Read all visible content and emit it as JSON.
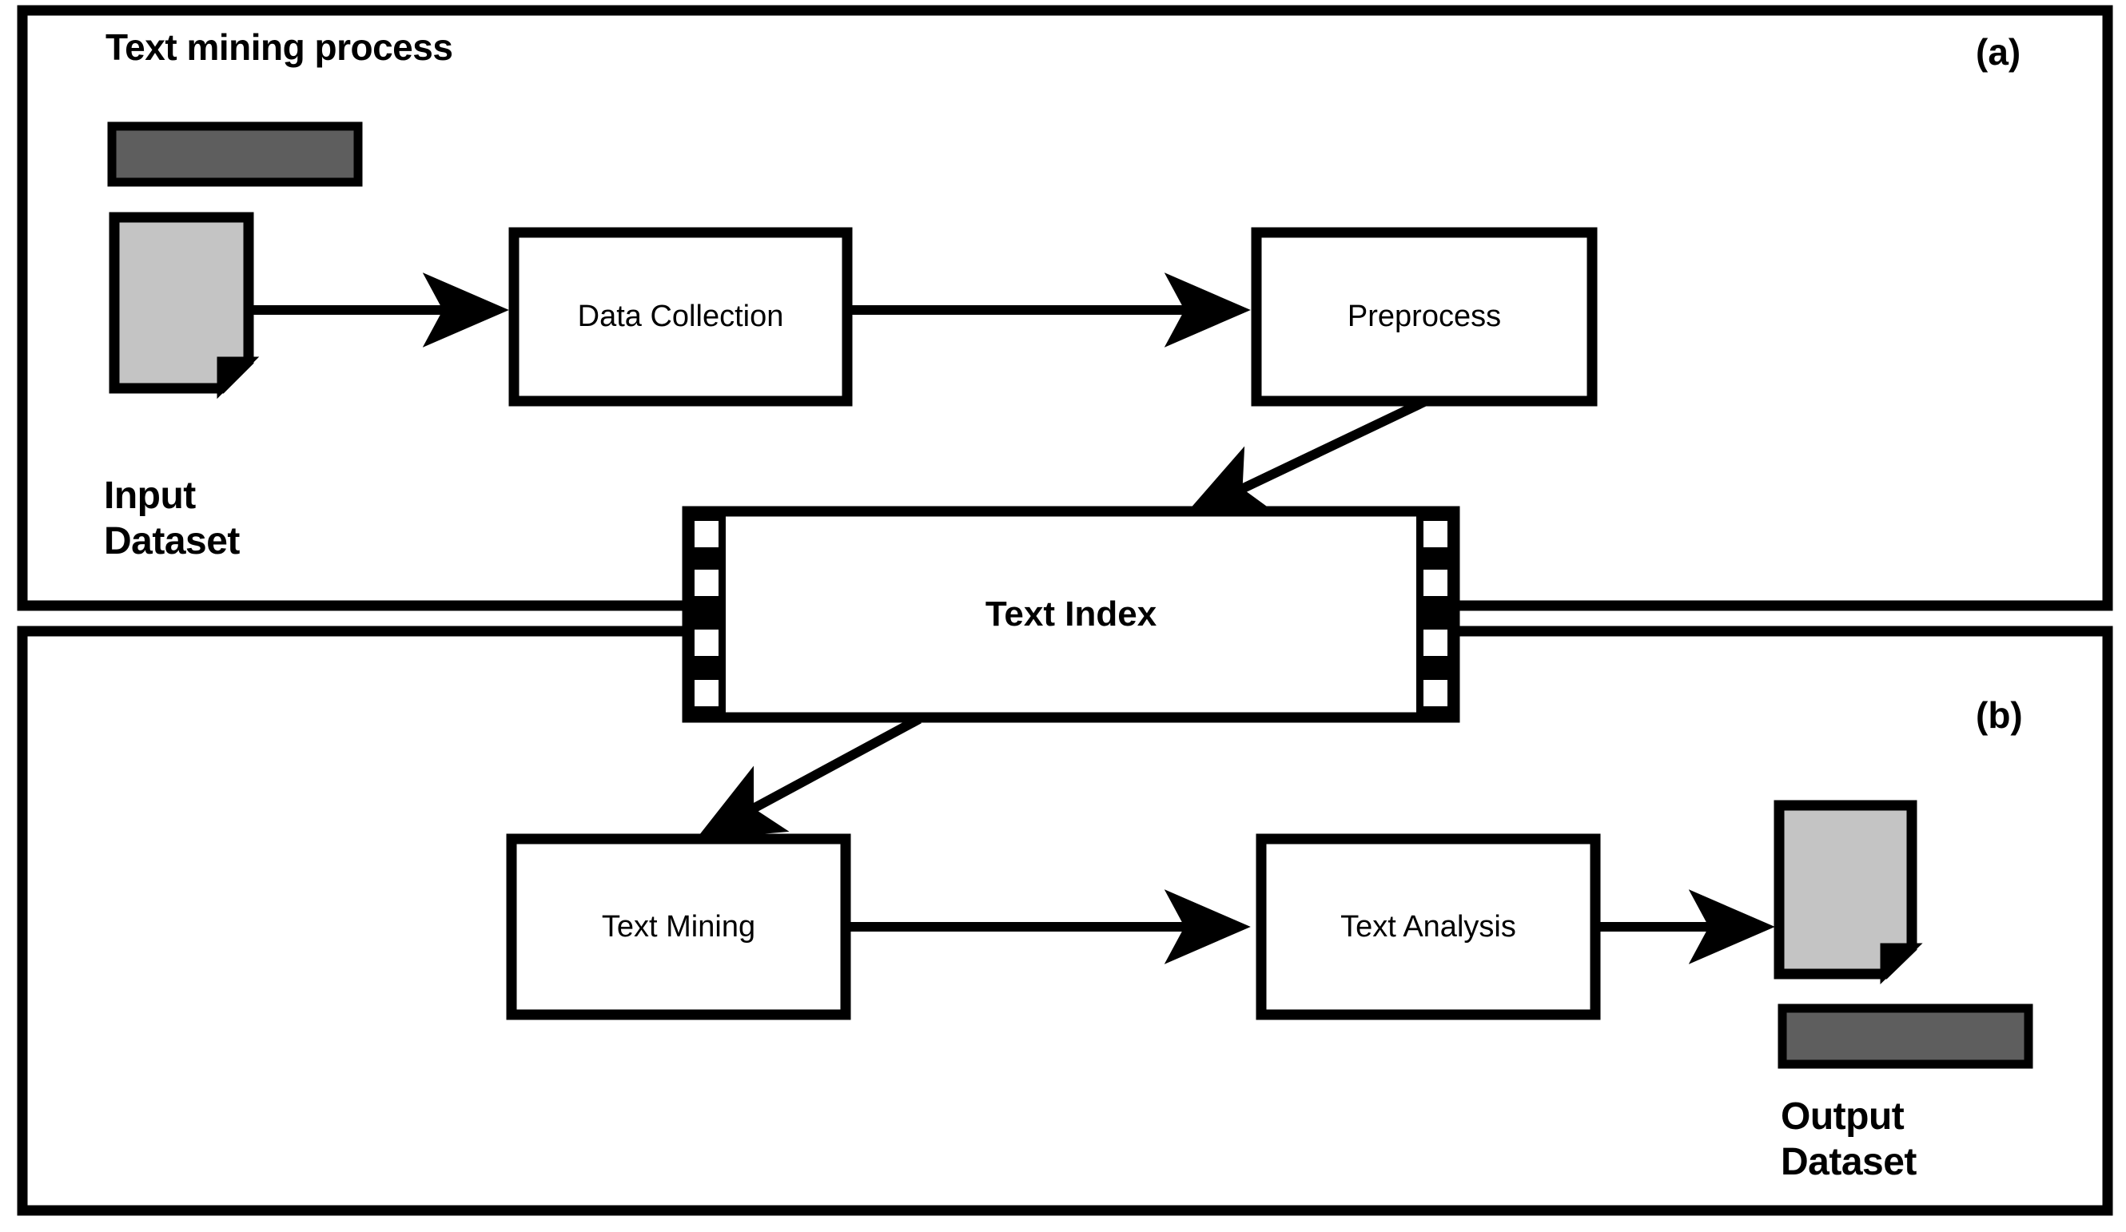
{
  "figure": {
    "heading": "Text mining process",
    "panels": [
      {
        "id": "a",
        "label": "(a)"
      },
      {
        "id": "b",
        "label": "(b)"
      }
    ]
  },
  "panel_a": {
    "title": "Text mining process",
    "panel_label": "(a)",
    "input_dataset_label": "Input\nDataset",
    "nodes": [
      {
        "id": "data-collection",
        "label": "Data\nCollection",
        "line1": "Data",
        "line2": "Collection"
      },
      {
        "id": "preprocess",
        "label": "Preprocess",
        "line1": "Preprocess",
        "line2": ""
      }
    ]
  },
  "datastore": {
    "label": "Text Index"
  },
  "panel_b": {
    "panel_label": "(b)",
    "output_dataset_label": "Output\nDataset",
    "nodes": [
      {
        "id": "text-mining",
        "label": "Text\nMining",
        "line1": "Text",
        "line2": "Mining"
      },
      {
        "id": "text-analysis",
        "label": "Text\nAnalysis",
        "line1": "Text",
        "line2": "Analysis"
      }
    ]
  },
  "colors": {
    "stroke": "#000000",
    "background": "#ffffff",
    "document_fill": "#c4c4c4",
    "bar_fill": "#5e5e5e",
    "node_fill": "#ffffff"
  },
  "flow": {
    "edges": [
      {
        "from": "input-dataset",
        "to": "data-collection"
      },
      {
        "from": "data-collection",
        "to": "preprocess"
      },
      {
        "from": "preprocess",
        "to": "text-index"
      },
      {
        "from": "text-index",
        "to": "text-mining"
      },
      {
        "from": "text-mining",
        "to": "text-analysis"
      },
      {
        "from": "text-analysis",
        "to": "output-dataset"
      }
    ]
  }
}
